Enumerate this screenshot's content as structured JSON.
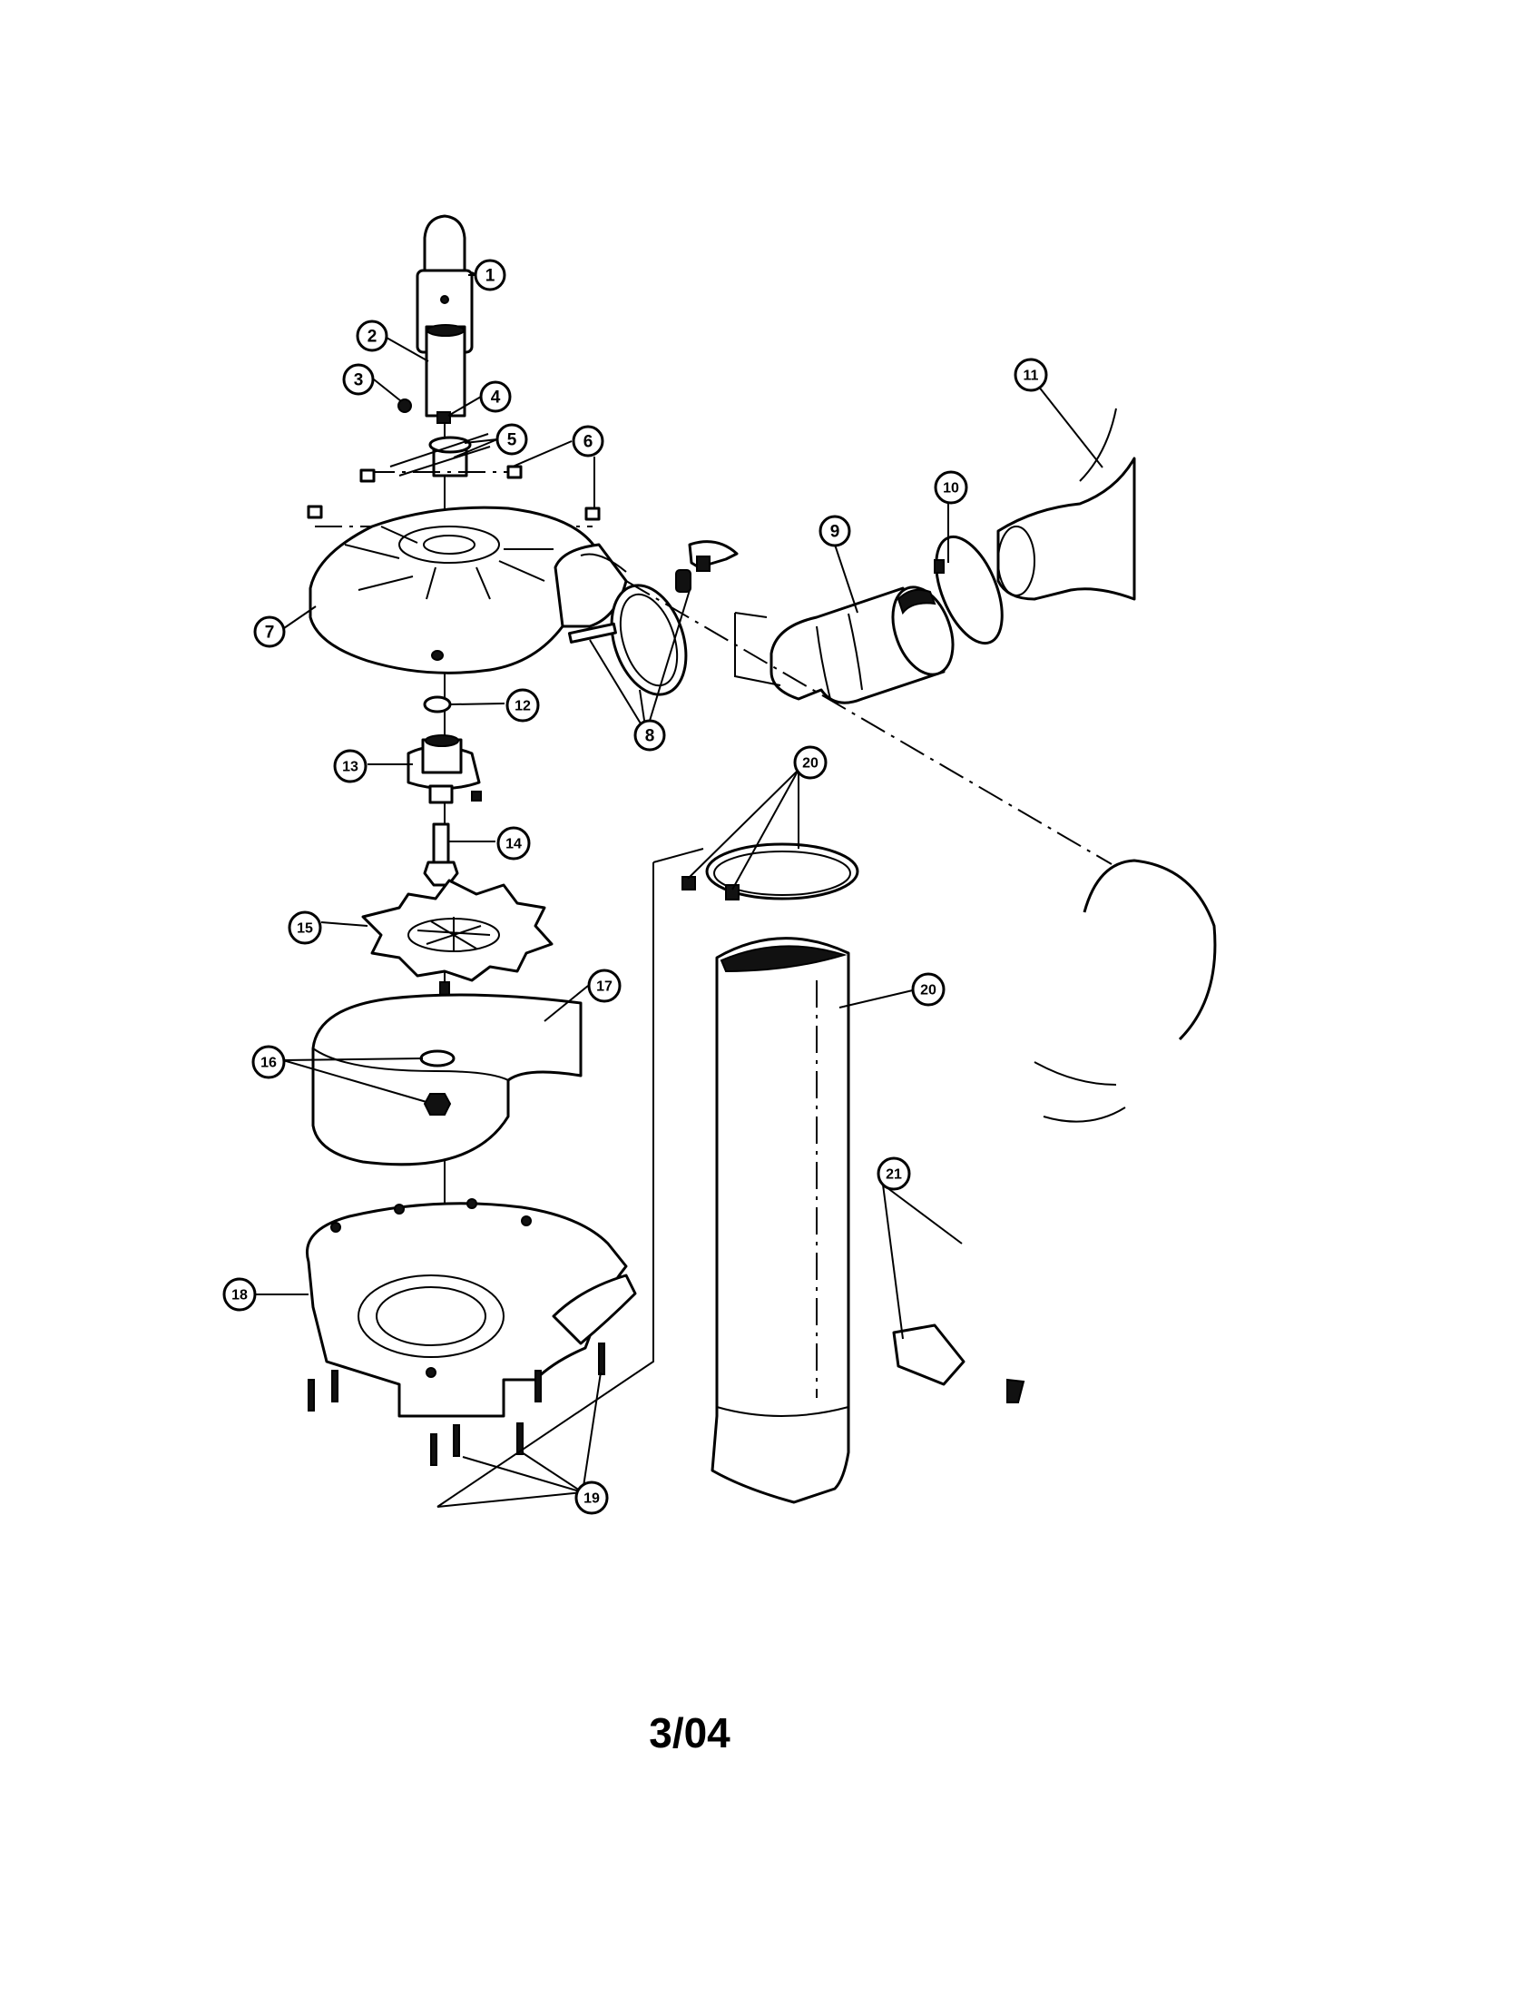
{
  "callouts": {
    "c1": "1",
    "c2": "2",
    "c3": "3",
    "c4": "4",
    "c5": "5",
    "c6": "6",
    "c7": "7",
    "c8": "8",
    "c9": "9",
    "c10": "10",
    "c11": "11",
    "c12": "12",
    "c13": "13",
    "c14": "14",
    "c15": "15",
    "c16": "16",
    "c17": "17",
    "c18": "18",
    "c19": "19",
    "c20a": "20",
    "c20b": "20",
    "c21": "21"
  },
  "page_code": "3/04"
}
